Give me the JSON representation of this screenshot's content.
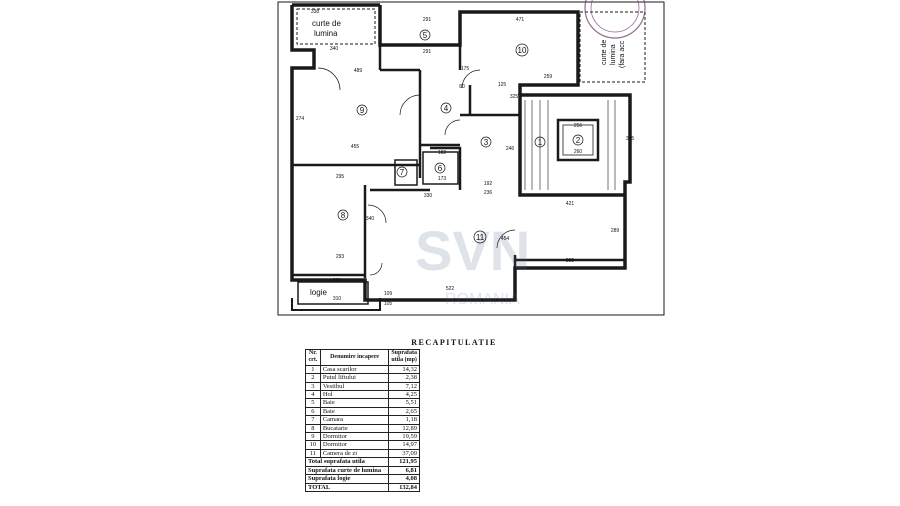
{
  "watermark": {
    "brand": "SVN",
    "subtitle": "ROMANIA"
  },
  "plan": {
    "room_numbers": [
      "1",
      "2",
      "3",
      "4",
      "5",
      "6",
      "7",
      "8",
      "9",
      "10",
      "11"
    ],
    "zone_labels": {
      "light_well_left": [
        "curte de",
        "lumina"
      ],
      "light_well_right": [
        "curte de",
        "lumina",
        "(fara acc"
      ],
      "loggia": "logie"
    },
    "dimensions": {
      "d1": "338",
      "d2": "340",
      "d3": "291",
      "d4": "291",
      "d5": "471",
      "d6": "259",
      "d7": "489",
      "d8": "455",
      "d9": "182",
      "d10": "173",
      "d11": "295",
      "d12": "293",
      "d13": "330",
      "d14": "421",
      "d15": "291",
      "d16": "310",
      "d17": "522",
      "d18": "295",
      "d19": "325",
      "d20": "260",
      "d21": "256",
      "d22": "192",
      "d23": "236",
      "d24": "274",
      "d25": "125",
      "d26": "80",
      "d27": "175",
      "d28": "246",
      "d29": "340",
      "d30": "395",
      "d31": "454",
      "d32": "289",
      "d33": "109",
      "d34": "105"
    }
  },
  "recap": {
    "title": "RECAPITULATIE",
    "headers": {
      "nr": "Nr. crt.",
      "name": "Denumire incapere",
      "area": "Suprafata utila (mp)"
    },
    "rows": [
      {
        "nr": "1",
        "name": "Casa scarilor",
        "area": "14,32"
      },
      {
        "nr": "2",
        "name": "Putul liftului",
        "area": "2,38"
      },
      {
        "nr": "3",
        "name": "Vestibul",
        "area": "7,12"
      },
      {
        "nr": "4",
        "name": "Hol",
        "area": "4,25"
      },
      {
        "nr": "5",
        "name": "Baie",
        "area": "5,51"
      },
      {
        "nr": "6",
        "name": "Baie",
        "area": "2,65"
      },
      {
        "nr": "7",
        "name": "Camara",
        "area": "1,18"
      },
      {
        "nr": "8",
        "name": "Bucatarie",
        "area": "12,89"
      },
      {
        "nr": "9",
        "name": "Dormitor",
        "area": "19,59"
      },
      {
        "nr": "10",
        "name": "Dormitor",
        "area": "14,97"
      },
      {
        "nr": "11",
        "name": "Camera de zi",
        "area": "37,09"
      }
    ],
    "totals": [
      {
        "name": "Total suprafata utila",
        "area": "121,95"
      },
      {
        "name": "Suprafata curte de lumina",
        "area": "6,81"
      },
      {
        "name": "Suprafata logie",
        "area": "4,08"
      },
      {
        "name": "TOTAL",
        "area": "132,84"
      }
    ]
  }
}
